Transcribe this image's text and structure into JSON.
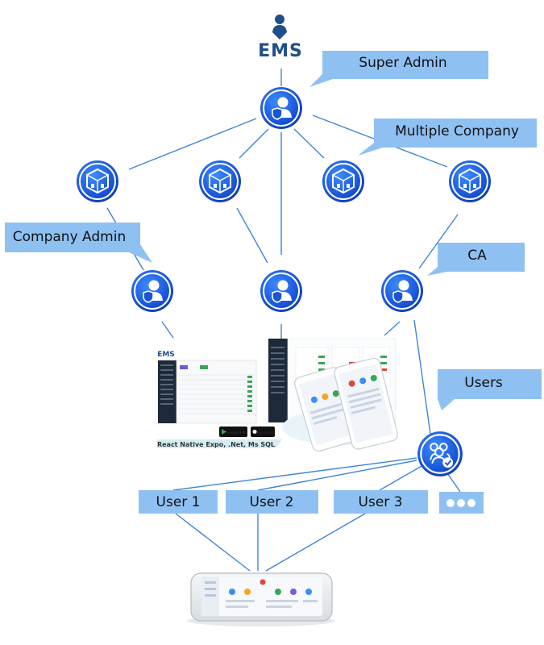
{
  "logo": {
    "text": "EMS",
    "color": "#1f4e8c"
  },
  "callouts": {
    "super_admin": "Super Admin",
    "multiple_company": "Multiple Company",
    "company_admin": "Company Admin",
    "ca": "CA",
    "users": "Users"
  },
  "user_boxes": [
    "User 1",
    "User 2",
    "User 3"
  ],
  "tech_stack": "React Native Expo, .Net, Ms SQL",
  "store_badges": [
    "Google Play",
    "App Store"
  ],
  "colors": {
    "callout_fill": "#8ec1f2",
    "node_fill": "#1f5fe0",
    "line": "#3d86d6",
    "accent_green": "#3aa655"
  },
  "icons": {
    "super_admin_node": "user-shield-icon",
    "company_node": "building-cube-icon",
    "admin_node": "user-shield-icon",
    "users_node": "users-group-check-icon"
  }
}
